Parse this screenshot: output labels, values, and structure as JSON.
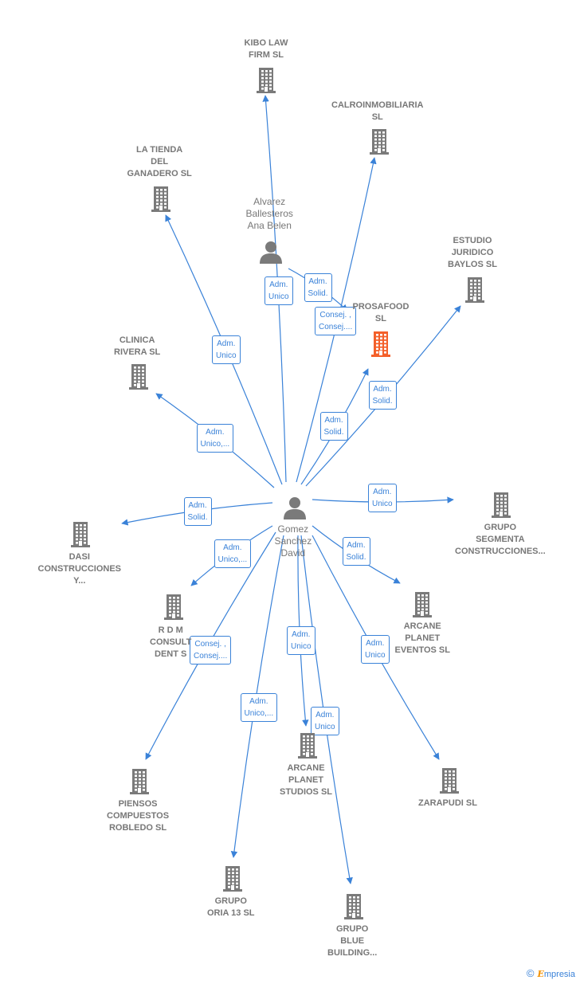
{
  "center": {
    "label": "Gomez\nSanchez\nDavid",
    "icon": "person-icon"
  },
  "person2": {
    "label": "Alvarez\nBallesteros\nAna Belen",
    "icon": "person-icon"
  },
  "companies": [
    {
      "id": "kibo",
      "label": "KIBO LAW\nFIRM SL"
    },
    {
      "id": "calro",
      "label": "CALROINMOBILIARIA\nSL"
    },
    {
      "id": "tienda",
      "label": "LA TIENDA\nDEL\nGANADERO  SL"
    },
    {
      "id": "estudio",
      "label": "ESTUDIO\nJURIDICO\nBAYLOS SL"
    },
    {
      "id": "prosa",
      "label": "PROSAFOOD\nSL",
      "highlight": true
    },
    {
      "id": "clinica",
      "label": "CLINICA\nRIVERA  SL"
    },
    {
      "id": "segmenta",
      "label": "GRUPO\nSEGMENTA\nCONSTRUCCIONES..."
    },
    {
      "id": "dasi",
      "label": "DASI\nCONSTRUCCIONES\nY..."
    },
    {
      "id": "rdm",
      "label": "R D M\nCONSULT\nDENT  S"
    },
    {
      "id": "arcane_ev",
      "label": "ARCANE\nPLANET\nEVENTOS  SL"
    },
    {
      "id": "arcane_st",
      "label": "ARCANE\nPLANET\nSTUDIOS  SL"
    },
    {
      "id": "zarapudi",
      "label": "ZARAPUDI  SL"
    },
    {
      "id": "piensos",
      "label": "PIENSOS\nCOMPUESTOS\nROBLEDO  SL"
    },
    {
      "id": "oria",
      "label": "GRUPO\nORIA 13  SL"
    },
    {
      "id": "blue",
      "label": "GRUPO\nBLUE\nBUILDING..."
    }
  ],
  "edge_labels": [
    {
      "id": "e_kibo",
      "text": "Adm.\nUnico"
    },
    {
      "id": "e_p2_solid",
      "text": "Adm.\nSolid."
    },
    {
      "id": "e_calro",
      "text": "Consej. ,\nConsej...."
    },
    {
      "id": "e_tienda",
      "text": "Adm.\nUnico"
    },
    {
      "id": "e_estudio",
      "text": "Adm.\nSolid."
    },
    {
      "id": "e_prosa",
      "text": "Adm.\nSolid."
    },
    {
      "id": "e_clinica",
      "text": "Adm.\nUnico,..."
    },
    {
      "id": "e_segmenta",
      "text": "Adm.\nUnico"
    },
    {
      "id": "e_dasi",
      "text": "Adm.\nSolid."
    },
    {
      "id": "e_rdm",
      "text": "Adm.\nUnico,..."
    },
    {
      "id": "e_arcane_ev",
      "text": "Adm.\nSolid."
    },
    {
      "id": "e_piensos",
      "text": "Consej. ,\nConsej...."
    },
    {
      "id": "e_arcane_st",
      "text": "Adm.\nUnico"
    },
    {
      "id": "e_zarapudi",
      "text": "Adm.\nUnico"
    },
    {
      "id": "e_oria",
      "text": "Adm.\nUnico,..."
    },
    {
      "id": "e_blue",
      "text": "Adm.\nUnico"
    }
  ],
  "colors": {
    "edge": "#3a82d8",
    "building": "#7a7a7a",
    "highlight": "#f4602a",
    "person": "#7a7a7a"
  },
  "brand": {
    "copyright": "©",
    "name": "mpresia",
    "initial": "E"
  }
}
